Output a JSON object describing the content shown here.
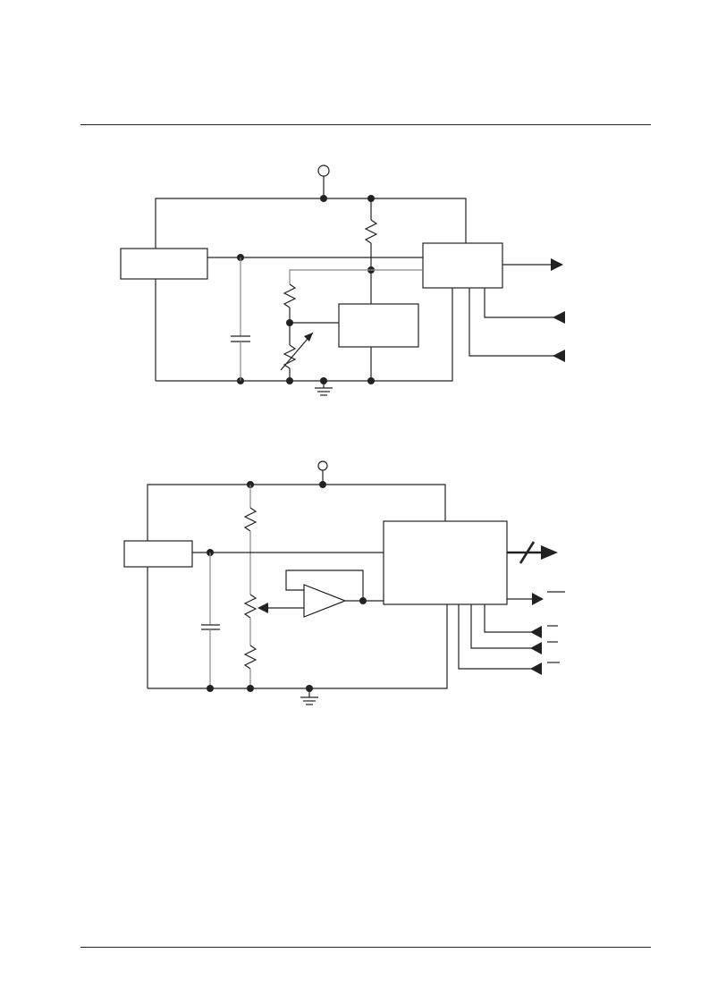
{
  "page": {
    "header_rule": "top-rule",
    "footer_rule": "bottom-rule"
  },
  "diagram_top": {
    "blocks": [
      "regulator-block",
      "reference-block",
      "controller-block"
    ],
    "components": [
      "pull-up-resistor",
      "divider-resistor",
      "thermistor",
      "filter-capacitor"
    ],
    "signals": [
      "output-arrow",
      "input-arrow-1",
      "input-arrow-2"
    ]
  },
  "diagram_bottom": {
    "blocks": [
      "regulator-block",
      "adc-block",
      "buffer-amplifier"
    ],
    "components": [
      "resistor-top",
      "potentiometer",
      "resistor-bottom",
      "filter-capacitor"
    ],
    "signals": [
      "data-bus-out",
      "output-arrow",
      "input-arrow-1",
      "input-arrow-2",
      "input-arrow-3"
    ]
  },
  "colors": {
    "line": "#222222",
    "secondary_line": "#888888",
    "background": "#ffffff"
  }
}
